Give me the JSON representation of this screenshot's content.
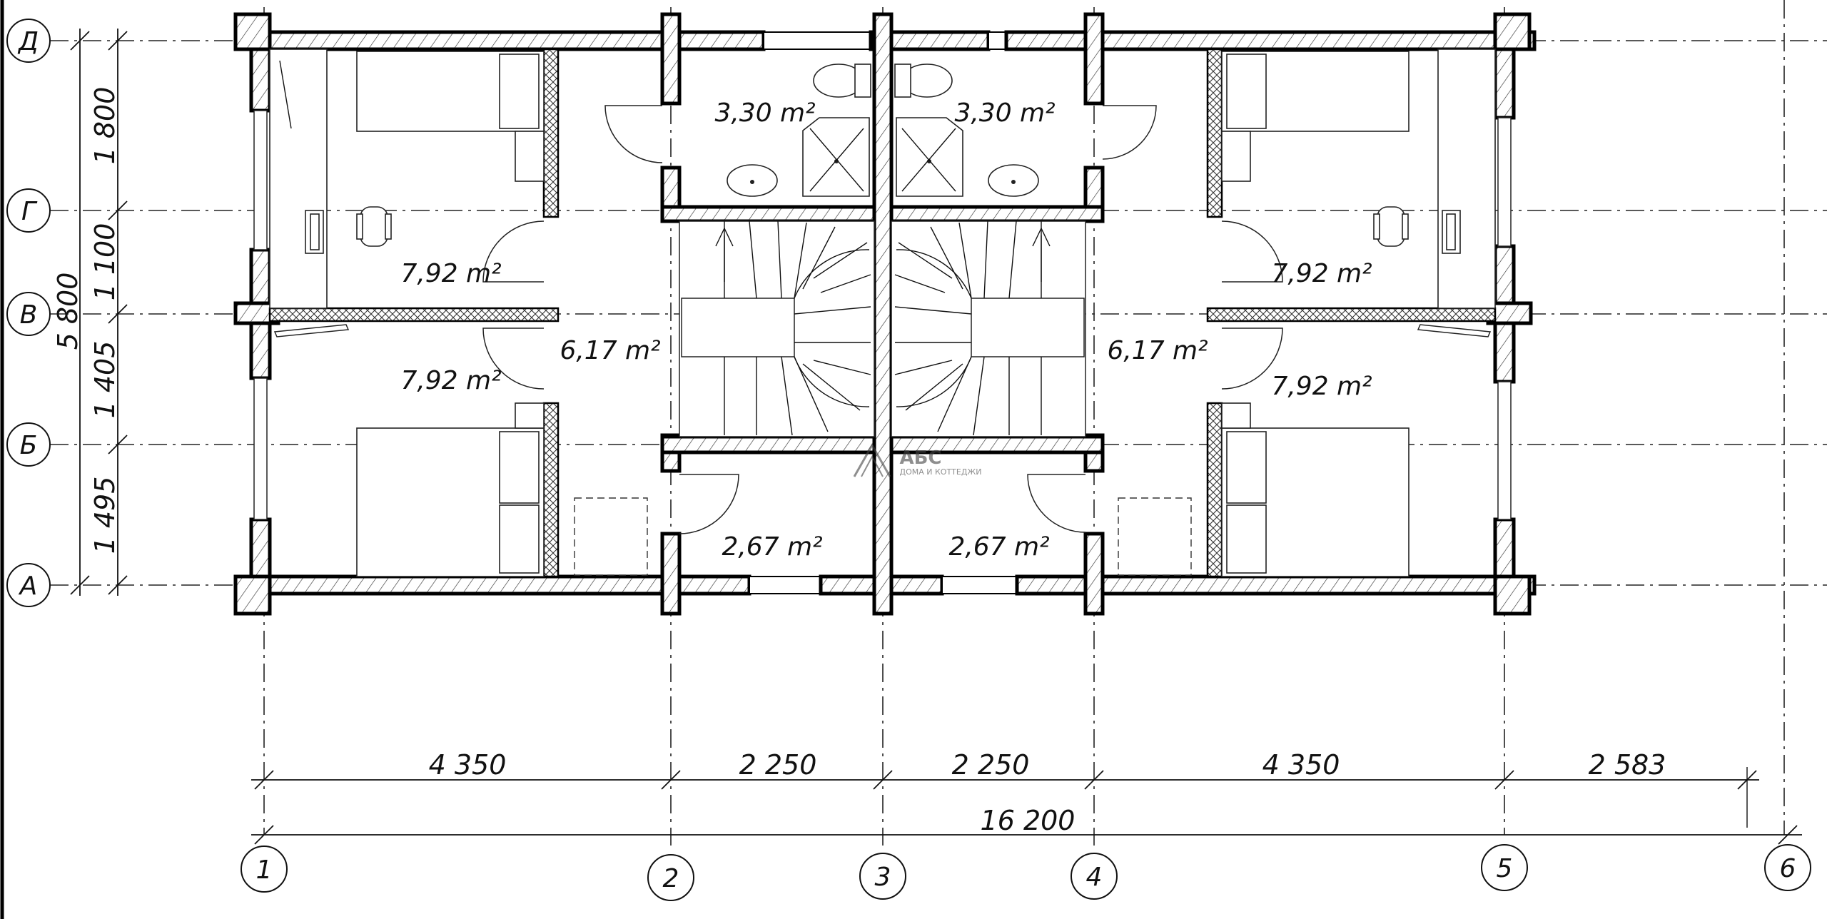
{
  "row_axes": [
    "Д",
    "Г",
    "В",
    "Б",
    "А"
  ],
  "col_axes": [
    "1",
    "2",
    "3",
    "4",
    "5",
    "6"
  ],
  "vertical_dims": [
    "1 800",
    "1 100",
    "1 405",
    "1 495"
  ],
  "vertical_total": "5 800",
  "horizontal_dims": [
    "4  350",
    "2  250",
    "2  250",
    "4  350",
    "2  583"
  ],
  "horizontal_total": "16  200",
  "rooms": {
    "bath_left": "3,30 m²",
    "bath_right": "3,30 m²",
    "bed_upper_left": "7,92 m²",
    "bed_upper_right": "7,92 m²",
    "bed_lower_left": "7,92 m²",
    "bed_lower_right": "7,92 m²",
    "hall_left": "6,17 m²",
    "hall_right": "6,17 m²",
    "closet_left": "2,67 m²",
    "closet_right": "2,67 m²"
  },
  "watermark": {
    "brand": "АБС",
    "tagline": "ДОМА И КОТТЕДЖИ"
  }
}
